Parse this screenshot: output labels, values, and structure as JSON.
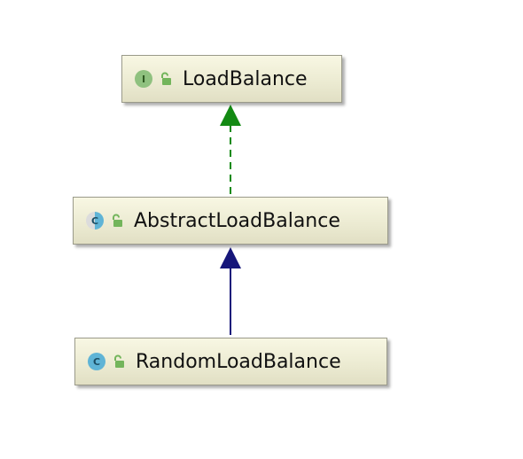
{
  "nodes": {
    "load_balance": {
      "name": "LoadBalance",
      "kind_badge": "I",
      "badge_icon": "interface-icon",
      "visibility_icon": "public-lock-icon"
    },
    "abstract_load_balance": {
      "name": "AbstractLoadBalance",
      "kind_badge": "C",
      "badge_icon": "abstract-class-icon",
      "visibility_icon": "public-lock-icon"
    },
    "random_load_balance": {
      "name": "RandomLoadBalance",
      "kind_badge": "C",
      "badge_icon": "class-icon",
      "visibility_icon": "public-lock-icon"
    }
  },
  "relationships": [
    {
      "from": "AbstractLoadBalance",
      "to": "LoadBalance",
      "type": "implements",
      "line_style": "dashed",
      "color": "#138a13"
    },
    {
      "from": "RandomLoadBalance",
      "to": "AbstractLoadBalance",
      "type": "extends",
      "line_style": "solid",
      "color": "#16167a"
    }
  ],
  "colors": {
    "node_fill": "#ebead1",
    "node_border": "#9a9a8a",
    "interface_badge": "#8fc17f",
    "class_badge": "#5fb4d6",
    "lock": "#73b55b"
  }
}
